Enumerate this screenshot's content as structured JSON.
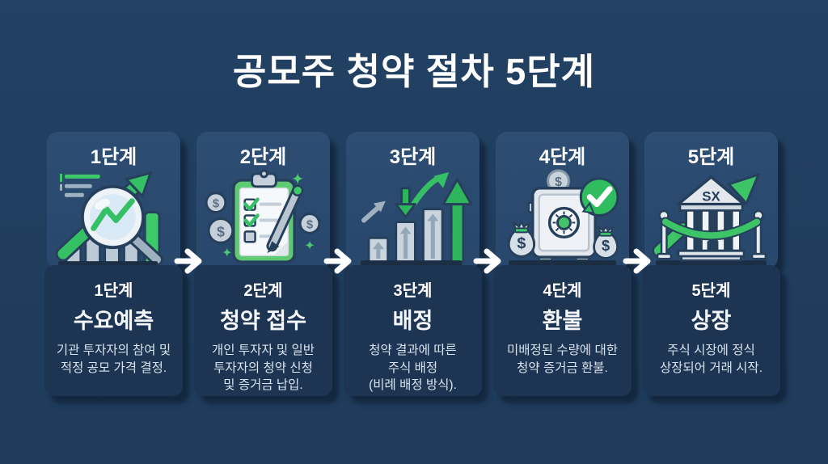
{
  "title": "공모주 청약 절차 5단계",
  "colors": {
    "background": "#203d5e",
    "card_top": "#2b4b70",
    "card_bottom": "#1d3553",
    "accent_green": "#3ec96a",
    "text_primary": "#ffffff",
    "text_secondary": "#d9e3ef"
  },
  "icons": {
    "dollar": "$",
    "exchange_label": "SX",
    "flow_arrow": "→"
  },
  "steps": [
    {
      "step_title": "1단계",
      "step_label": "1단계",
      "step_name": "수요예측",
      "step_desc": "기관 투자자의 참여 및\n적정 공모 가격 결정.",
      "icon": "magnifier-trend-chart-icon"
    },
    {
      "step_title": "2단계",
      "step_label": "2단계",
      "step_name": "청약 접수",
      "step_desc": "개인 투자자 및 일반\n투자자의 청약 신청\n및 증거금 납입.",
      "icon": "clipboard-checklist-icon"
    },
    {
      "step_title": "3단계",
      "step_label": "3단계",
      "step_name": "배정",
      "step_desc": "청약 결과에 따른\n주식 배정\n(비례 배정 방식).",
      "icon": "allocation-bars-icon"
    },
    {
      "step_title": "4단계",
      "step_label": "4단계",
      "step_name": "환불",
      "step_desc": "미배정된 수량에 대한\n청약 증거금 환불.",
      "icon": "refund-safe-icon"
    },
    {
      "step_title": "5단계",
      "step_label": "5단계",
      "step_name": "상장",
      "step_desc": "주식 시장에 정식\n상장되어 거래 시작.",
      "icon": "listing-exchange-icon"
    }
  ]
}
